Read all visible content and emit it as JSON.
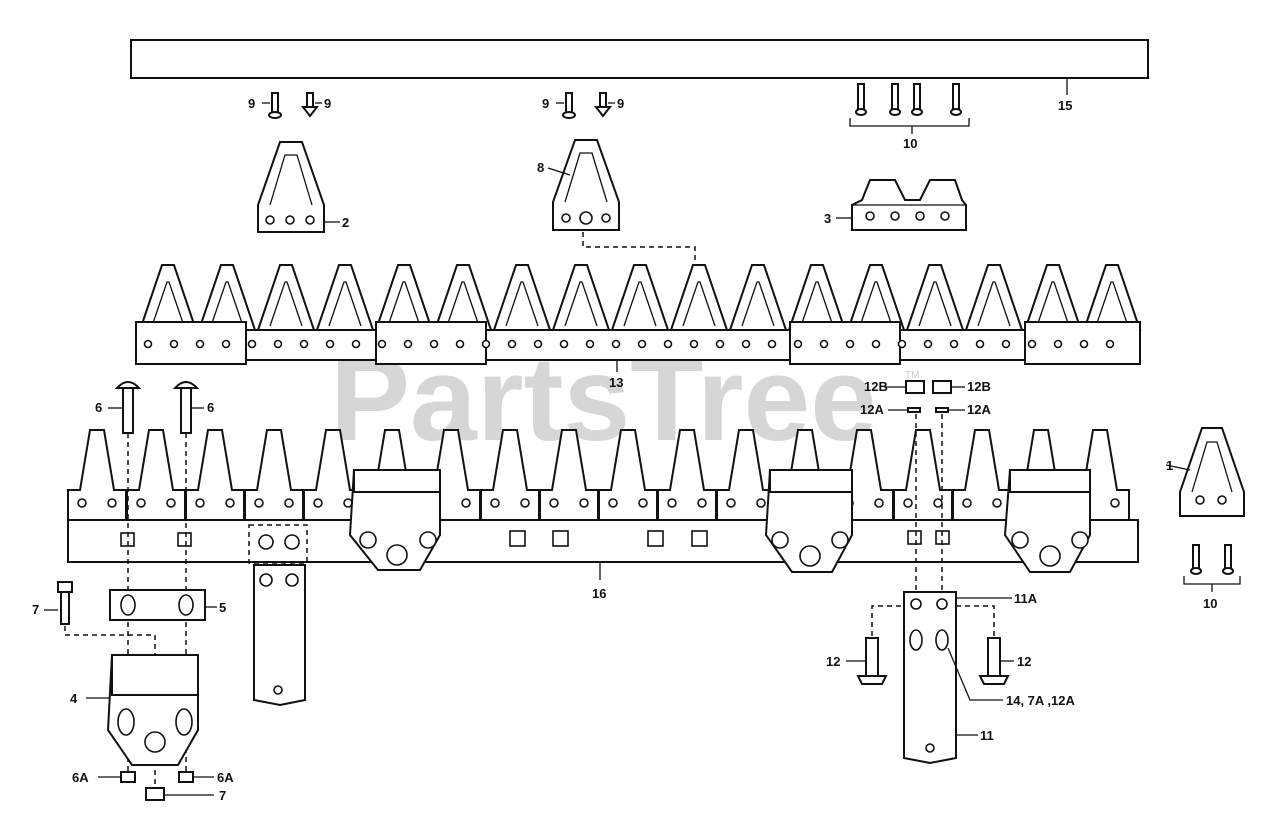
{
  "watermark": {
    "text": "PartsTree",
    "trademark": "TM"
  },
  "labels": {
    "l1": "1",
    "l2": "2",
    "l3": "3",
    "l4": "4",
    "l5": "5",
    "l6a": "6",
    "l6b": "6",
    "l6A_left": "6A",
    "l6A_right": "6A",
    "l7a": "7",
    "l7b": "7",
    "l8": "8",
    "l9a": "9",
    "l9b": "9",
    "l9c": "9",
    "l9d": "9",
    "l10a": "10",
    "l10b": "10",
    "l11": "11",
    "l11A": "11A",
    "l12a": "12",
    "l12b": "12",
    "l12Aa": "12A",
    "l12Ab": "12A",
    "l12Ba": "12B",
    "l12Bb": "12B",
    "l13": "13",
    "l14": "14, 7A ,12A",
    "l15": "15",
    "l16": "16"
  }
}
